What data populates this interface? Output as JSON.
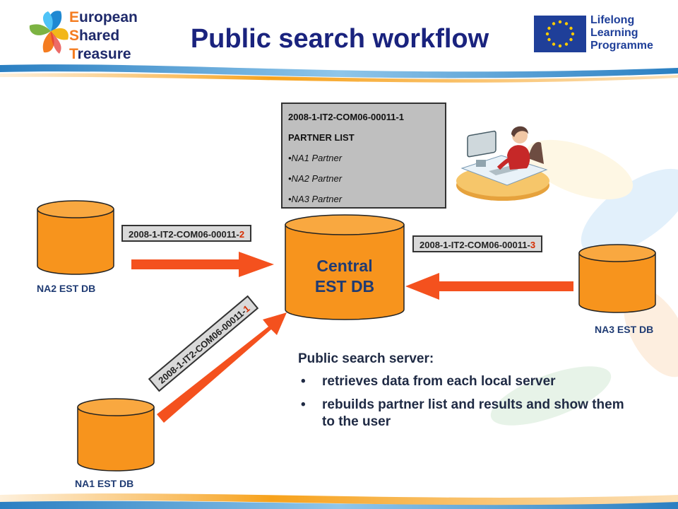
{
  "header": {
    "title": "Public search workflow",
    "logo_left": {
      "line1": "European",
      "line2": "Shared",
      "line3": "Treasure"
    },
    "logo_right": {
      "line1": "Lifelong",
      "line2": "Learning",
      "line3": "Programme"
    }
  },
  "partner_list": {
    "project_id": "2008-1-IT2-COM06-00011-1",
    "heading": "PARTNER LIST",
    "items": [
      "•NA1 Partner",
      "•NA2 Partner",
      "•NA3 Partner"
    ]
  },
  "central_db": {
    "line1": "Central",
    "line2": "EST DB"
  },
  "databases": {
    "na1": "NA1 EST DB",
    "na2": "NA2 EST DB",
    "na3": "NA3 EST DB"
  },
  "tags": {
    "na2": {
      "prefix": "2008-1-IT2-COM06-00011-",
      "suffix": "2"
    },
    "na3": {
      "prefix": "2008-1-IT2-COM06-00011-",
      "suffix": "3"
    },
    "na1": {
      "prefix": "2008-1-IT2-COM06-00011-",
      "suffix": "1"
    }
  },
  "info": {
    "heading": "Public search server:",
    "bullets": [
      "retrieves data from each local server",
      "rebuilds partner list and results and show them to the user"
    ]
  },
  "colors": {
    "db_fill": "#f7941d",
    "arrow": "#f4511e",
    "title": "#1a237e",
    "accent_suffix": "#d62d00"
  },
  "icons": [
    "european-shared-treasure-logo",
    "eu-flag-icon",
    "user-at-computer-icon"
  ]
}
